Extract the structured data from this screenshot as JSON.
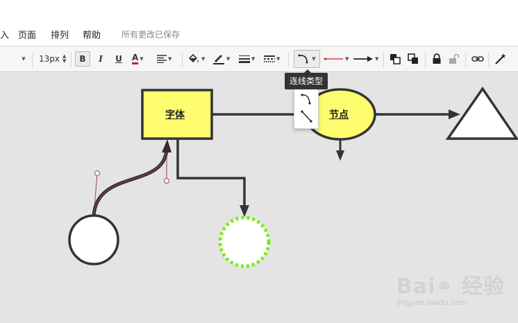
{
  "menu": {
    "partial": "入",
    "items": [
      "页面",
      "排列",
      "帮助"
    ],
    "status": "所有更改已保存"
  },
  "toolbar": {
    "font_size": "13px",
    "bold": "B",
    "italic": "I",
    "underline": "U",
    "font_color": "A",
    "icons": [
      "align-icon",
      "fill-bucket-icon",
      "line-color-icon",
      "line-width-icon",
      "line-style-icon",
      "connector-type-icon",
      "start-arrow-icon",
      "end-arrow-icon",
      "bring-front-icon",
      "send-back-icon",
      "lock-icon",
      "unlock-icon",
      "link-icon",
      "magic-wand-icon"
    ],
    "colors": {
      "font": "#cc2222",
      "line": "#222222",
      "start_arrow": "#cc2222"
    }
  },
  "tooltip": {
    "text": "连线类型"
  },
  "connector_dropdown": {
    "options": [
      "curved-connector-icon",
      "straight-connector-icon"
    ]
  },
  "canvas": {
    "shapes": {
      "rect_label": "字体",
      "ellipse_label": "节点"
    },
    "colors": {
      "fill_yellow": "#fdfd6d",
      "stroke": "#333333",
      "dashed_circle": "#80e81a"
    }
  },
  "watermark": {
    "main": "Bai⚭ 经验",
    "sub": "jingyan.baidu.com"
  }
}
